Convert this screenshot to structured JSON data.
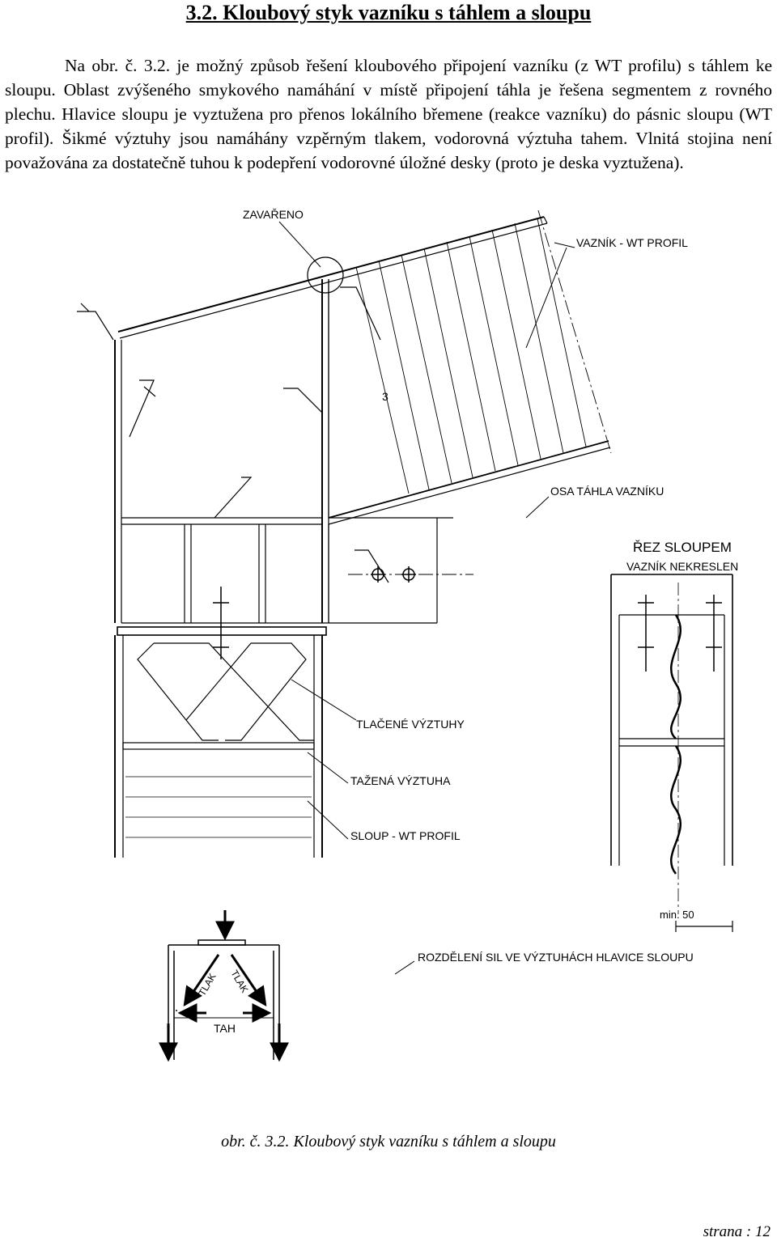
{
  "document": {
    "heading": "3.2. Kloubový styk vazníku s táhlem a sloupu",
    "paragraph": "Na obr. č. 3.2. je možný způsob řešení kloubového připojení vazníku (z WT profilu) s táhlem ke sloupu. Oblast zvýšeného smykového namáhání v místě připojení táhla je řešena segmentem z rovného plechu. Hlavice sloupu je vyztužena pro přenos lokálního břemene (reakce vazníku) do pásnic sloupu (WT profil). Šikmé výztuhy jsou namáhány vzpěrným tlakem, vodorovná výztuha tahem. Vlnitá stojina není považována za dostatečně tuhou k podepření vodorovné úložné desky (proto je deska vyztužena).",
    "caption": "obr. č. 3.2. Kloubový styk vazníku s táhlem a sloupu",
    "page_number": "strana : 12"
  },
  "drawing": {
    "labels": {
      "zavareno": "ZAVAŘENO",
      "vaznik_wt_profil": "VAZNÍK - WT PROFIL",
      "weld_size": "3",
      "osa_tahla": "OSA TÁHLA VAZNÍKU",
      "rez_sloupem": "ŘEZ SLOUPEM",
      "vaznik_nekreslen": "VAZNÍK NEKRESLEN",
      "tlacene_vyztuhy": "TLAČENÉ VÝZTUHY",
      "tazena_vyztuha": "TAŽENÁ VÝZTUHA",
      "sloup_wt_profil": "SLOUP - WT PROFIL",
      "min_50": "min. 50",
      "rozdeleni_sil": "ROZDĚLENÍ SIL VE VÝZTUHÁCH HLAVICE SLOUPU",
      "tlak_left": "TLAK",
      "tlak_right": "TLAK",
      "tah": "TAH"
    }
  }
}
